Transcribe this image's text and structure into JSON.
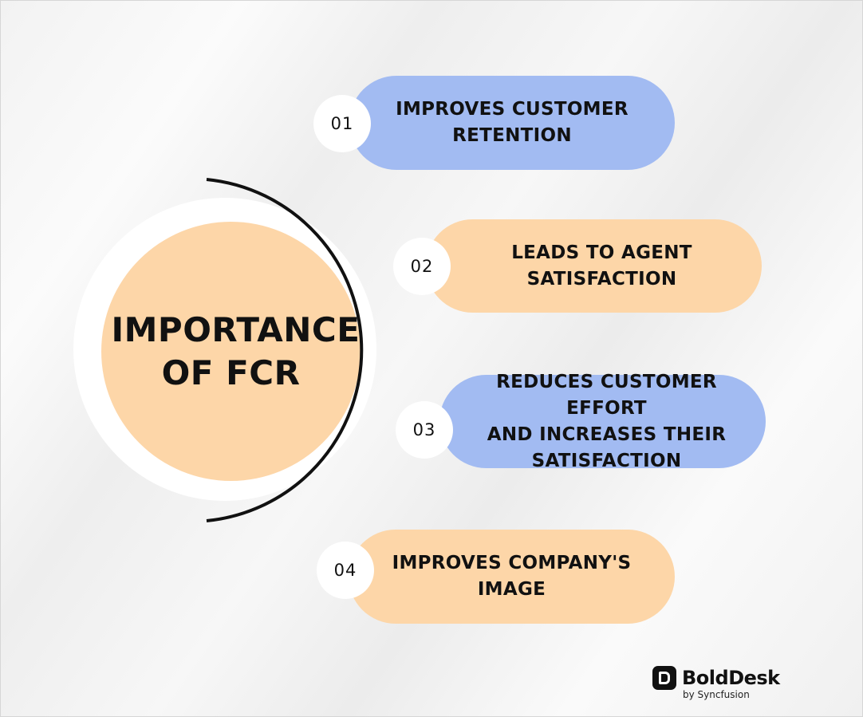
{
  "center": {
    "title_line1": "IMPORTANCE",
    "title_line2": "OF FCR"
  },
  "items": [
    {
      "number": "01",
      "line1": "IMPROVES CUSTOMER",
      "line2": "RETENTION",
      "line3": ""
    },
    {
      "number": "02",
      "line1": "LEADS TO AGENT",
      "line2": "SATISFACTION",
      "line3": ""
    },
    {
      "number": "03",
      "line1": "REDUCES CUSTOMER EFFORT",
      "line2": "AND INCREASES THEIR",
      "line3": "SATISFACTION"
    },
    {
      "number": "04",
      "line1": "IMPROVES COMPANY'S",
      "line2": "IMAGE",
      "line3": ""
    }
  ],
  "logo": {
    "brand": "BoldDesk",
    "sub": "by Syncfusion"
  },
  "colors": {
    "blue": "#a2bbf2",
    "peach": "#fdd6a8",
    "text": "#111111"
  }
}
